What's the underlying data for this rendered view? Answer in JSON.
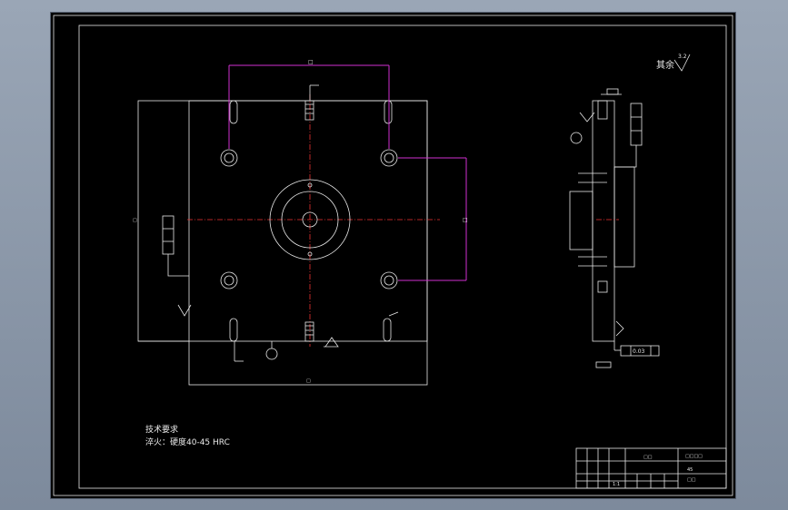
{
  "notes": {
    "title": "技术要求",
    "line1": "淬火：硬度40-45 HRC"
  },
  "roughness": {
    "other_label": "其余",
    "value": "3.2"
  },
  "dimensions": {
    "top_magenta": "□",
    "right_magenta": "□",
    "bottom_width": "□",
    "left_height": "□",
    "flatness": "0.03"
  },
  "title_block": {
    "part_name": "□□",
    "material": "45",
    "drawing_no": "□□□□",
    "scale": "1:1",
    "sheet": "□□"
  },
  "colors": {
    "border": "#e8e8e8",
    "centerline": "#e33333",
    "dimension": "#d12fd1",
    "background": "#000000"
  }
}
